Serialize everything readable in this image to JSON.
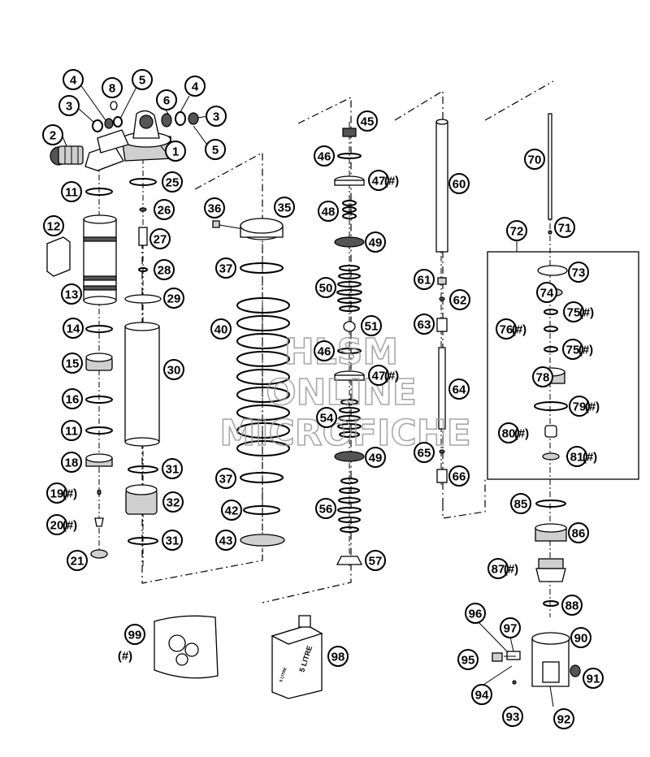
{
  "diagram": {
    "parts": [
      {
        "num": "1"
      },
      {
        "num": "2"
      },
      {
        "num": "3"
      },
      {
        "num": "3"
      },
      {
        "num": "4"
      },
      {
        "num": "4"
      },
      {
        "num": "5"
      },
      {
        "num": "5"
      },
      {
        "num": "6"
      },
      {
        "num": "8"
      },
      {
        "num": "11"
      },
      {
        "num": "11"
      },
      {
        "num": "12"
      },
      {
        "num": "13"
      },
      {
        "num": "14"
      },
      {
        "num": "15"
      },
      {
        "num": "16"
      },
      {
        "num": "18"
      },
      {
        "num": "19",
        "suffix": "(#)"
      },
      {
        "num": "20",
        "suffix": "(#)"
      },
      {
        "num": "21"
      },
      {
        "num": "25"
      },
      {
        "num": "26"
      },
      {
        "num": "27"
      },
      {
        "num": "28"
      },
      {
        "num": "29"
      },
      {
        "num": "30"
      },
      {
        "num": "31"
      },
      {
        "num": "31"
      },
      {
        "num": "32"
      },
      {
        "num": "35"
      },
      {
        "num": "36"
      },
      {
        "num": "37"
      },
      {
        "num": "37"
      },
      {
        "num": "40"
      },
      {
        "num": "42"
      },
      {
        "num": "43"
      },
      {
        "num": "45"
      },
      {
        "num": "46"
      },
      {
        "num": "46"
      },
      {
        "num": "47",
        "suffix": "(#)"
      },
      {
        "num": "47",
        "suffix": "(#)"
      },
      {
        "num": "48"
      },
      {
        "num": "49"
      },
      {
        "num": "49"
      },
      {
        "num": "50"
      },
      {
        "num": "51"
      },
      {
        "num": "54"
      },
      {
        "num": "56"
      },
      {
        "num": "57"
      },
      {
        "num": "60"
      },
      {
        "num": "61"
      },
      {
        "num": "62"
      },
      {
        "num": "63"
      },
      {
        "num": "64"
      },
      {
        "num": "65"
      },
      {
        "num": "66"
      },
      {
        "num": "70"
      },
      {
        "num": "71"
      },
      {
        "num": "72"
      },
      {
        "num": "73"
      },
      {
        "num": "74"
      },
      {
        "num": "75",
        "suffix": "(#)"
      },
      {
        "num": "75",
        "suffix": "(#)"
      },
      {
        "num": "76",
        "suffix": "(#)"
      },
      {
        "num": "78"
      },
      {
        "num": "79",
        "suffix": "(#)"
      },
      {
        "num": "80",
        "suffix": "(#)"
      },
      {
        "num": "81",
        "suffix": "(#)"
      },
      {
        "num": "85"
      },
      {
        "num": "86"
      },
      {
        "num": "87",
        "suffix": "(#)"
      },
      {
        "num": "88"
      },
      {
        "num": "90"
      },
      {
        "num": "91"
      },
      {
        "num": "92"
      },
      {
        "num": "93"
      },
      {
        "num": "94"
      },
      {
        "num": "95"
      },
      {
        "num": "96"
      },
      {
        "num": "97"
      },
      {
        "num": "98"
      },
      {
        "num": "99",
        "suffix": "(#)"
      }
    ],
    "container_label_large": "5 LITRE",
    "container_label_small": "5 LITRE",
    "watermark": [
      "HLSM",
      "ONLINE",
      "MICROFICHE"
    ]
  }
}
